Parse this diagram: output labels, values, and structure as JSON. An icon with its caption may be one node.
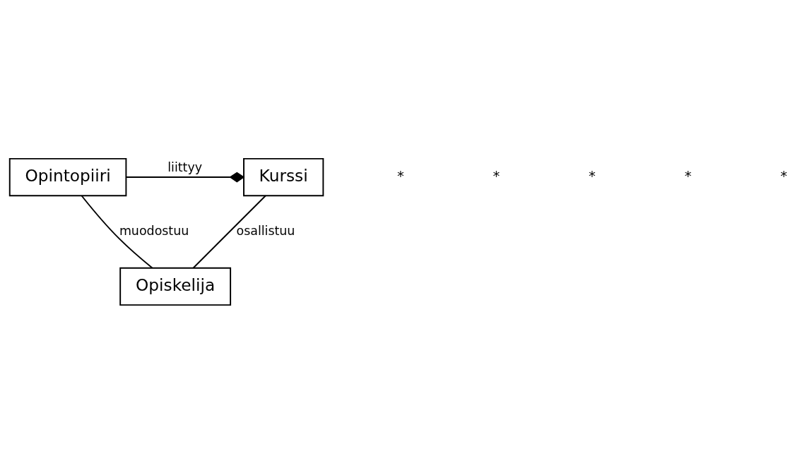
{
  "diagram": {
    "nodes": [
      {
        "text": [
          "Opintopiiri"
        ]
      },
      {
        "text": [
          "Kurssi"
        ]
      },
      {
        "text": [
          "Opiskelija"
        ]
      }
    ],
    "edges": [
      {
        "from": 0,
        "to": 1,
        "arrow": "other",
        "label": "liittyy"
      },
      {
        "from": 0,
        "to": 2,
        "arrow": "none",
        "label": "muodostuu"
      },
      {
        "from": 1,
        "to": 2,
        "arrow": "none",
        "label": "osallistuu"
      }
    ],
    "labels": [
      "*",
      "*",
      "*",
      "*",
      "*"
    ]
  }
}
